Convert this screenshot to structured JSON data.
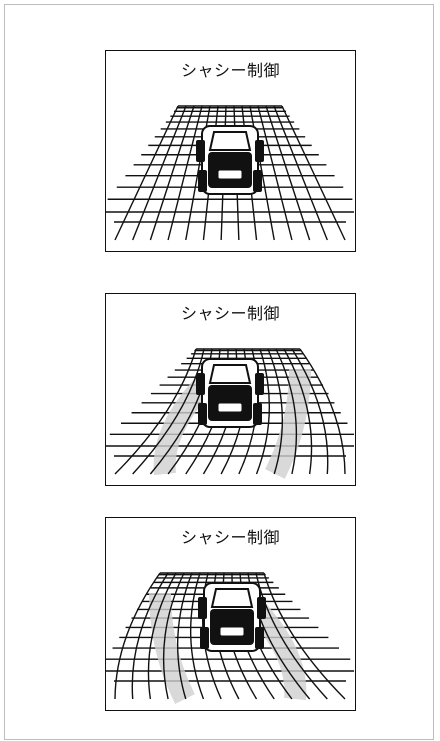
{
  "panels": [
    {
      "title": "シャシー制御",
      "state": "straight"
    },
    {
      "title": "シャシー制御",
      "state": "curve-left"
    },
    {
      "title": "シャシー制御",
      "state": "curve-right"
    }
  ],
  "colors": {
    "line": "#111111",
    "shadow": "#cfcfcf",
    "frame": "#bdbdbd"
  }
}
